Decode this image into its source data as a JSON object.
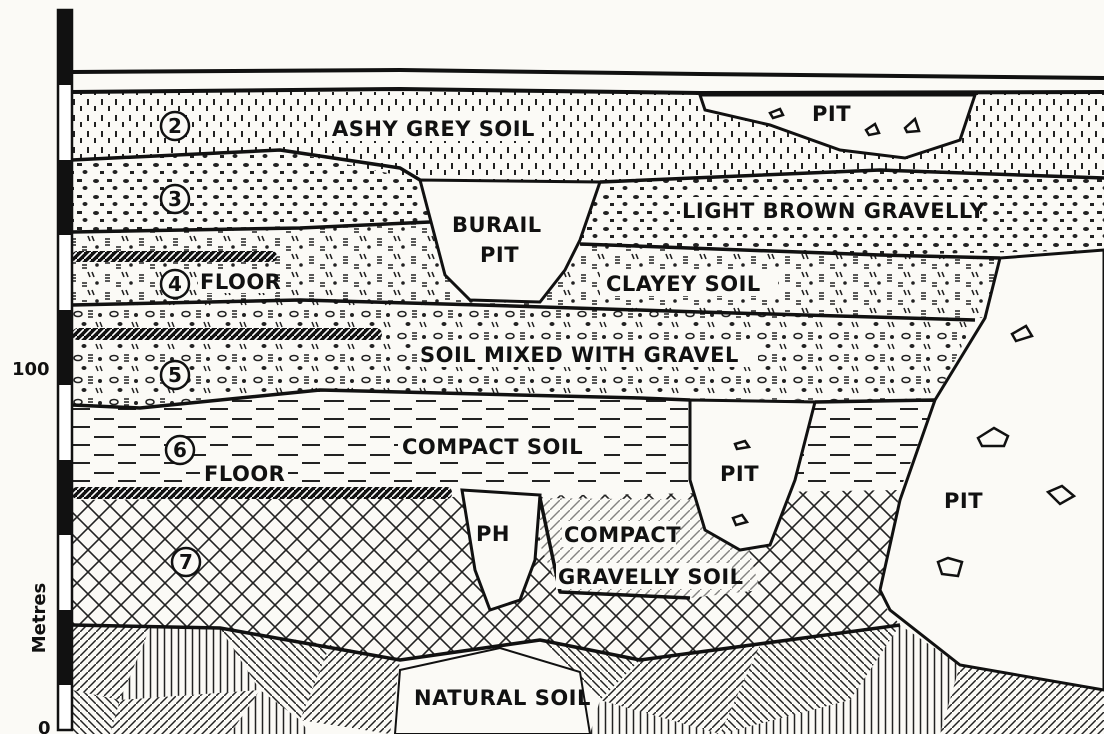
{
  "scale": {
    "unit_label": "Metres",
    "tick_top": "100",
    "tick_bottom": "0"
  },
  "layers": [
    {
      "number": "2",
      "name": "ASHY GREY SOIL"
    },
    {
      "number": "3",
      "name": "LIGHT BROWN GRAVELLY"
    },
    {
      "number": "4",
      "name": "CLAYEY SOIL",
      "floor": "FLOOR"
    },
    {
      "number": "5",
      "name": "SOIL MIXED WITH GRAVEL"
    },
    {
      "number": "6",
      "name": "COMPACT SOIL",
      "floor": "FLOOR"
    },
    {
      "number": "7",
      "name": "COMPACT GRAVELLY SOIL"
    }
  ],
  "features": {
    "pit_top": "PIT",
    "burial_pit_line1": "BURAIL",
    "burial_pit_line2": "PIT",
    "pit_mid": "PIT",
    "pit_right": "PIT",
    "post_hole": "PH",
    "natural_soil": "NATURAL SOIL"
  }
}
